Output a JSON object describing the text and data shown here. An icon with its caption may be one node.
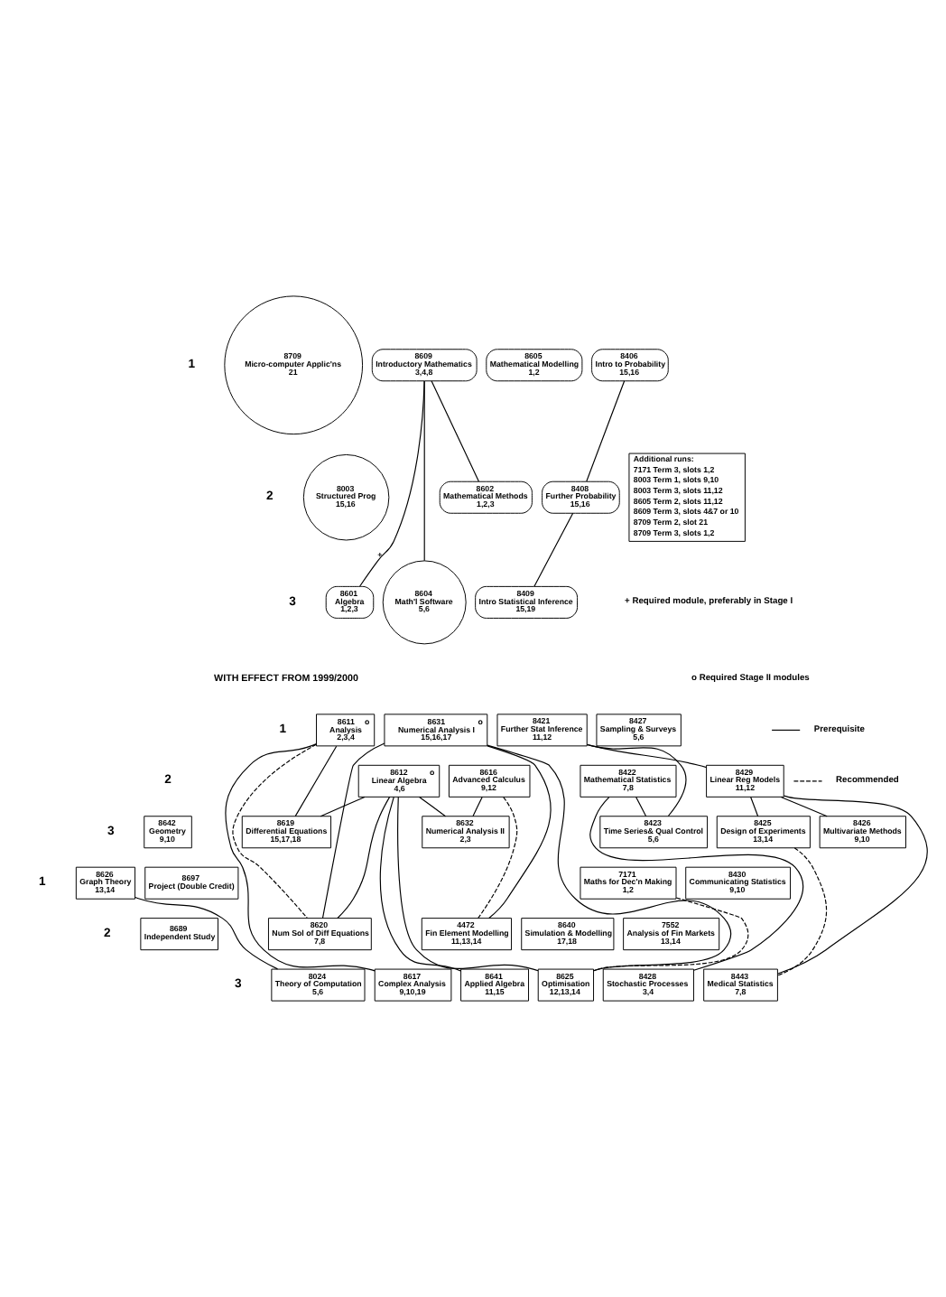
{
  "diagram": {
    "nodes": [
      {
        "text": [
          "8709",
          "Micro-computer Applic'ns",
          "21"
        ]
      },
      {
        "text": [
          "8609",
          "Introductory Mathematics",
          "3,4,8"
        ]
      },
      {
        "text": [
          "8605",
          "Mathematical Modelling",
          "1,2"
        ]
      },
      {
        "text": [
          "8406",
          "Intro to Probability",
          "15,16"
        ]
      },
      {
        "text": [
          "8003",
          "Structured Prog",
          "15,16"
        ]
      },
      {
        "text": [
          "8602",
          "Mathematical Methods",
          "1,2,3"
        ]
      },
      {
        "text": [
          "8408",
          "Further Probability",
          "15,16"
        ]
      },
      {
        "text": [
          "Additional runs:",
          "7171 Term 3, slots 1,2",
          "8003 Term 1, slots 9,10",
          "8003 Term 3, slots 11,12",
          "8605 Term 2, slots 11,12",
          "8609 Term 3, slots 4&7 or 10",
          "8709 Term 2, slot 21",
          "8709 Term 3, slots 1,2"
        ]
      },
      {
        "text": [
          "8601",
          "Algebra",
          "1,2,3"
        ]
      },
      {
        "text": [
          "8604",
          "Math'l Software",
          "5,6"
        ],
        "beside": [
          "+"
        ]
      },
      {
        "text": [
          "8409",
          "Intro Statistical Inference",
          "15,19"
        ]
      },
      {
        "text": [
          "8611",
          "Analysis",
          "2,3,4",
          "o"
        ]
      },
      {
        "text": [
          "8631",
          "Numerical Analysis I",
          "15,16,17",
          "o"
        ]
      },
      {
        "text": [
          "8421",
          "Further Stat Inference",
          "11,12"
        ]
      },
      {
        "text": [
          "8427",
          "Sampling & Surveys",
          "5,6"
        ]
      },
      {
        "text": [
          "8612",
          "Linear Algebra",
          "4,6",
          "o"
        ]
      },
      {
        "text": [
          "8616",
          "Advanced Calculus",
          "9,12"
        ]
      },
      {
        "text": [
          "8422",
          "Mathematical Statistics",
          "7,8"
        ]
      },
      {
        "text": [
          "8429",
          "Linear Reg Models",
          "11,12"
        ]
      },
      {
        "text": [
          "8642",
          "Geometry",
          "9,10"
        ]
      },
      {
        "text": [
          "8619",
          "Differential Equations",
          "15,17,18"
        ]
      },
      {
        "text": [
          "8632",
          "Numerical Analysis II",
          "2,3"
        ]
      },
      {
        "text": [
          "8423",
          "Time Series& Qual Control",
          "5,6"
        ]
      },
      {
        "text": [
          "8426",
          "Multivariate Methods",
          "9,10"
        ]
      },
      {
        "text": [
          "8425",
          "Design of Experiments",
          "13,14"
        ]
      },
      {
        "text": [
          "8626",
          "Graph Theory",
          "13,14"
        ]
      },
      {
        "text": [
          "8697",
          "Project (Double Credit)"
        ]
      },
      {
        "text": [
          "7171",
          "Maths for Dec'n Making",
          "1,2"
        ]
      },
      {
        "text": [
          "8430",
          "Communicating Statistics",
          "9,10"
        ]
      },
      {
        "text": [
          "8689",
          "Independent Study"
        ]
      },
      {
        "text": [
          "8620",
          "Num Sol of Diff Equations",
          "7,8"
        ]
      },
      {
        "text": [
          "4472",
          "Fin Element Modelling",
          "11,13,14"
        ]
      },
      {
        "text": [
          "8640",
          "Simulation & Modelling",
          "17,18"
        ]
      },
      {
        "text": [
          "7552",
          "Analysis of Fin Markets",
          "13,14"
        ]
      },
      {
        "text": [
          "8024",
          "Theory of Computation",
          "5,6"
        ]
      },
      {
        "text": [
          "8617",
          "Complex Analysis",
          "9,10,19"
        ]
      },
      {
        "text": [
          "8641",
          "Applied Algebra",
          "11,15"
        ]
      },
      {
        "text": [
          "8625",
          "Optimisation",
          "12,13,14"
        ]
      },
      {
        "text": [
          "8428",
          "Stochastic Processes",
          "3,4"
        ]
      },
      {
        "text": [
          "8443",
          "Medical Statistics",
          "7,8"
        ]
      }
    ],
    "edges": [
      {
        "from": 1,
        "to": 5,
        "arrow": "none"
      },
      {
        "from": 1,
        "to": 8,
        "arrow": "none"
      },
      {
        "from": 1,
        "to": 9,
        "arrow": "none"
      },
      {
        "from": 3,
        "to": 6,
        "arrow": "none"
      },
      {
        "from": 6,
        "to": 10,
        "arrow": "none"
      },
      {
        "from": 11,
        "to": 20,
        "arrow": "none"
      },
      {
        "from": 11,
        "to": 35,
        "arrow": "none"
      },
      {
        "from": 11,
        "to": 30,
        "arrow": "none",
        "style": "dashed"
      },
      {
        "from": 15,
        "to": 20,
        "arrow": "none"
      },
      {
        "from": 15,
        "to": 21,
        "arrow": "none"
      },
      {
        "from": 15,
        "to": 30,
        "arrow": "none"
      },
      {
        "from": 15,
        "to": 36,
        "arrow": "none"
      },
      {
        "from": 15,
        "to": 37,
        "arrow": "none"
      },
      {
        "from": 16,
        "to": 21,
        "arrow": "none"
      },
      {
        "from": 16,
        "to": 31,
        "arrow": "none",
        "style": "dashed"
      },
      {
        "from": 12,
        "to": 30,
        "arrow": "none"
      },
      {
        "from": 12,
        "to": 31,
        "arrow": "none"
      },
      {
        "from": 12,
        "to": 37,
        "arrow": "none"
      },
      {
        "from": 13,
        "to": 18,
        "arrow": "none"
      },
      {
        "from": 13,
        "to": 22,
        "arrow": "none"
      },
      {
        "from": 17,
        "to": 22,
        "arrow": "none"
      },
      {
        "from": 17,
        "to": 38,
        "arrow": "none"
      },
      {
        "from": 18,
        "to": 23,
        "arrow": "none"
      },
      {
        "from": 18,
        "to": 24,
        "arrow": "none"
      },
      {
        "from": 18,
        "to": 39,
        "arrow": "none"
      },
      {
        "from": 24,
        "to": 39,
        "arrow": "none",
        "style": "dashed"
      },
      {
        "from": 27,
        "to": 37,
        "arrow": "none",
        "style": "dashed"
      },
      {
        "from": 25,
        "to": 34,
        "arrow": "none"
      }
    ],
    "labels": [
      "1",
      "2",
      "3",
      "WITH EFFECT FROM 1999/2000",
      "1",
      "2",
      "3",
      "1",
      "2",
      "3"
    ],
    "legend": [
      {
        "text": "+ Required module, preferably in Stage I"
      },
      {
        "text": "o Required Stage II modules"
      },
      {
        "text": "Prerequisite"
      },
      {
        "text": "Recommended"
      }
    ]
  }
}
